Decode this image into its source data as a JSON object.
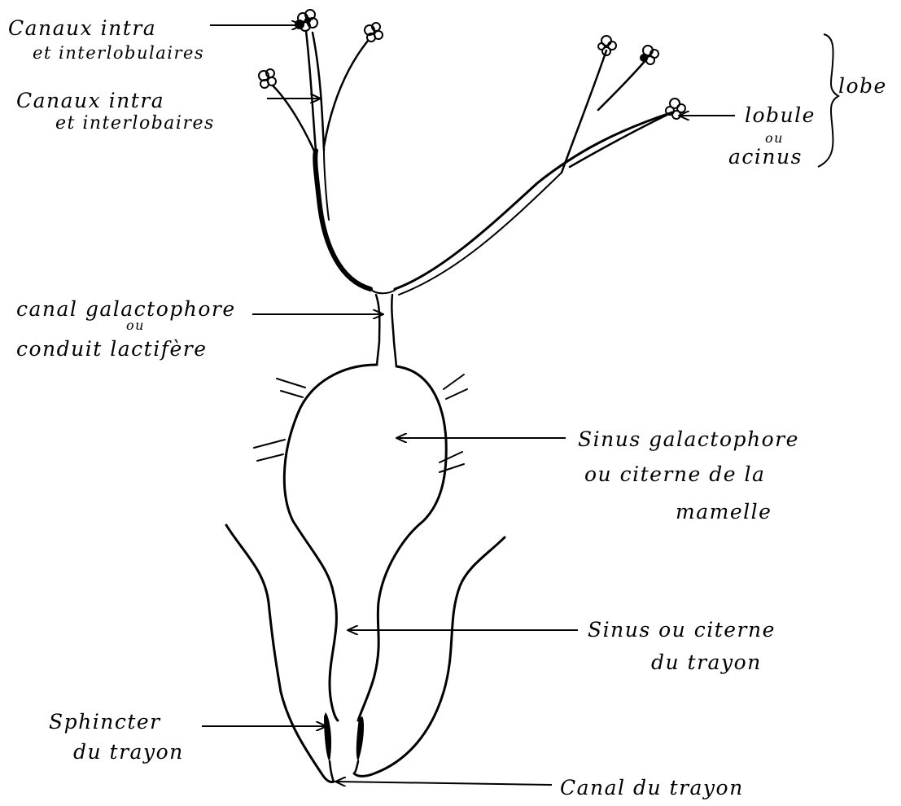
{
  "labels": {
    "canaux_interlobulaires": {
      "line1": "Canaux intra",
      "line2": "et interlobulaires"
    },
    "canaux_interlobaires": {
      "line1": "Canaux intra",
      "line2": "et interlobaires"
    },
    "lobe": "lobe",
    "lobule": {
      "line1": "lobule",
      "ou": "ou",
      "line2": "acinus"
    },
    "canal_galactophore": {
      "line1": "canal galactophore",
      "ou": "ou",
      "line2": "conduit lactifère"
    },
    "sinus_galactophore": {
      "line1": "Sinus galactophore",
      "line2": "ou citerne de la",
      "line3": "mamelle"
    },
    "sinus_trayon": {
      "line1": "Sinus ou citerne",
      "line2": "du trayon"
    },
    "sphincter": {
      "line1": "Sphincter",
      "line2": "du trayon"
    },
    "canal_trayon": "Canal du trayon"
  },
  "colors": {
    "ink": "#000000",
    "background": "#ffffff"
  }
}
